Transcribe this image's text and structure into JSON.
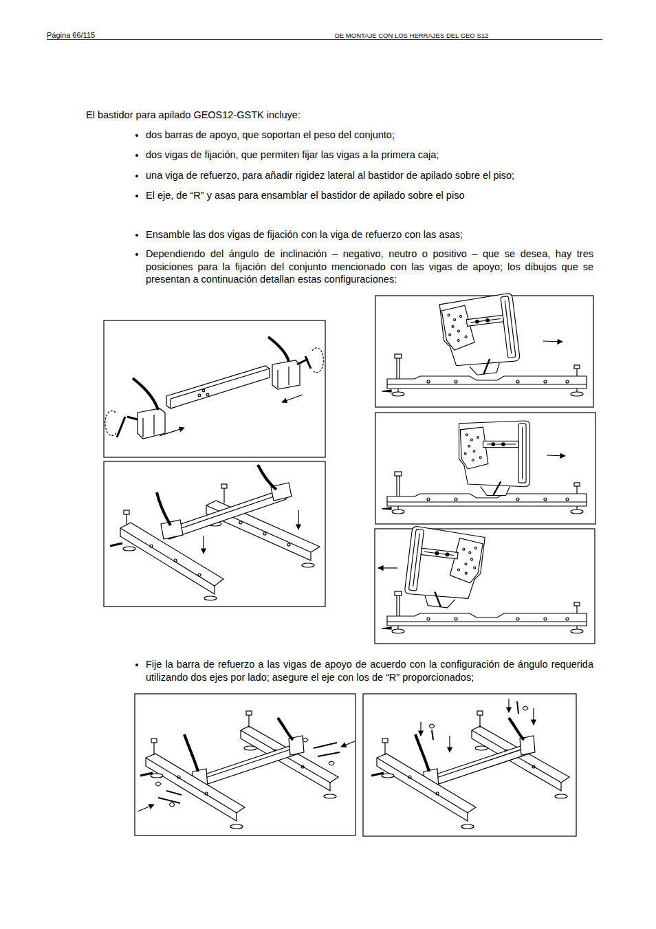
{
  "diagram": {
    "labels": [
      "Página 66/115",
      "DE MONTAJE CON LOS HERRAJES DEL GEO S12",
      "El bastidor para apilado GEOS12-GSTK incluye:",
      "dos barras de apoyo, que soportan el peso del conjunto;",
      "dos vigas de fijación, que permiten fijar las vigas a la primera caja;",
      "una viga de refuerzo, para añadir rigidez lateral al bastidor de apilado sobre el piso;",
      "El eje, de “R” y asas para ensamblar el bastidor de apilado sobre el piso",
      "Ensamble las dos vigas de fijación con la viga de refuerzo con las asas;",
      "Dependiendo del ángulo de inclinación – negativo, neutro o positivo – que se desea, hay tres posiciones para la fijación del conjunto mencionado con las vigas de apoyo; los dibujos que se presentan a continuación detallan estas configuraciones:",
      "Fije la barra de refuerzo a las vigas de apoyo de acuerdo con la configuración de ángulo requerida utilizando dos ejes por lado; asegure el eje con los de “R” proporcionados;"
    ]
  }
}
